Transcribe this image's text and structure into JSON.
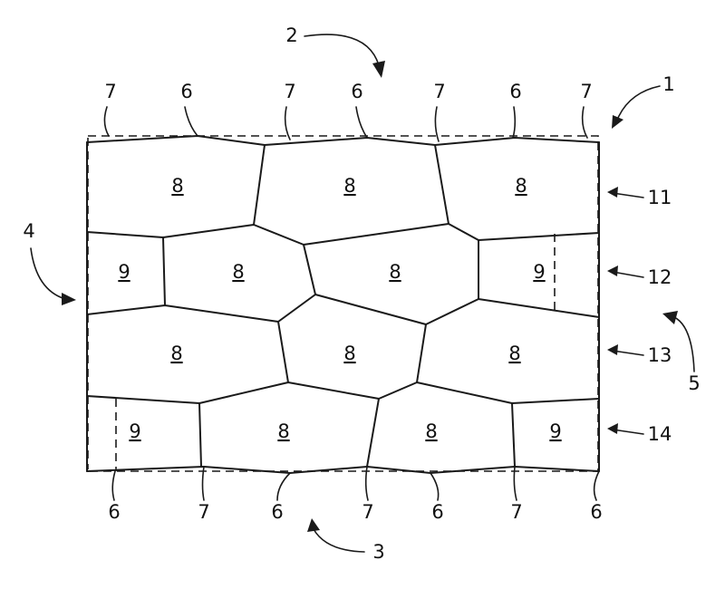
{
  "reference_numerals": {
    "assembly": "1",
    "top_side": "2",
    "bottom_side": "3",
    "left_side": "4",
    "right_side": "5",
    "node_a": "6",
    "node_b": "7",
    "row_1": "11",
    "row_2": "12",
    "row_3": "13",
    "row_4": "14"
  },
  "cells": {
    "full_panel": "8",
    "partial_panel": "9"
  }
}
